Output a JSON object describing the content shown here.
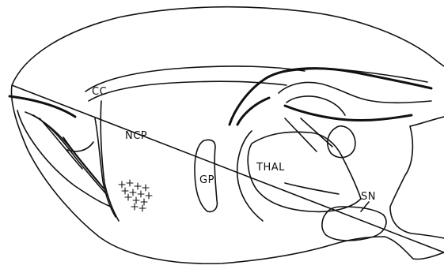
{
  "diagram": {
    "labels": {
      "cc": "CC",
      "ncp": "NCP",
      "gp": "GP",
      "thal": "THAL",
      "sn": "SN"
    },
    "colors": {
      "line": "#111111",
      "background": "#ffffff"
    }
  }
}
